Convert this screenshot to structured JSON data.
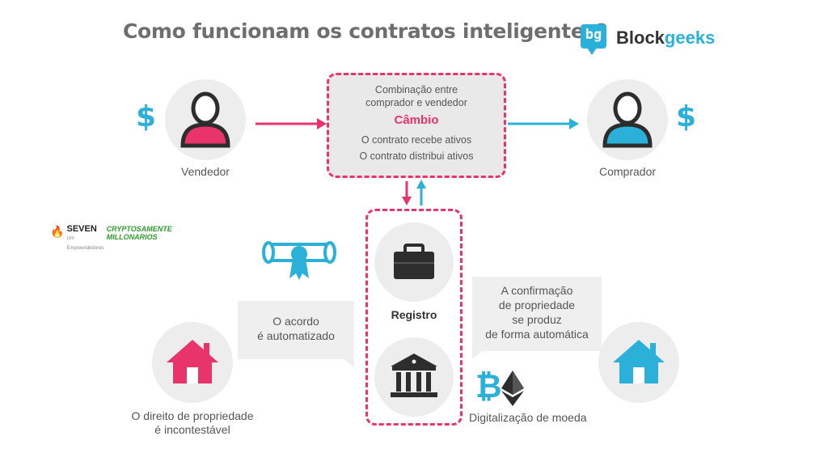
{
  "title": "Como funcionam os contratos inteligentes?",
  "brand": {
    "icon_text": "bg",
    "part1": "Block",
    "part2": "geeks"
  },
  "seller": {
    "label": "Vendedor",
    "currency": "$"
  },
  "buyer": {
    "label": "Comprador",
    "currency": "$"
  },
  "exchange": {
    "line1": "Combinação entre",
    "line2": "comprador e vendedor",
    "heading": "Câmbio",
    "line3": "O contrato recebe ativos",
    "line4": "O contrato distribui ativos"
  },
  "registry": {
    "label": "Registro"
  },
  "bubble_left": {
    "line1": "O acordo",
    "line2": "é automatizado"
  },
  "bubble_right": {
    "line1": "A confirmação",
    "line2": "de propriedade",
    "line3": "se produz",
    "line4": "de forma automática"
  },
  "property_left": {
    "line1": "O direito de propriedade",
    "line2": "é incontestável"
  },
  "property_right": {
    "label": "Digitalização de moeda",
    "bitcoin_symbol": "₿"
  },
  "watermark": {
    "seven": "SEVEN",
    "sub1": "Um",
    "sub2": "Empreendedores",
    "right": "CRYPTOSAMENTE MILLONARIOS"
  },
  "colors": {
    "pink": "#e8336b",
    "blue": "#2bb1d9",
    "gray_circle": "#ededed",
    "dark": "#2d2d2d"
  },
  "icons": [
    "person-icon",
    "dollar-icon",
    "briefcase-icon",
    "bank-icon",
    "house-icon",
    "diploma-icon",
    "bitcoin-icon",
    "ethereum-icon",
    "arrow-icon"
  ]
}
